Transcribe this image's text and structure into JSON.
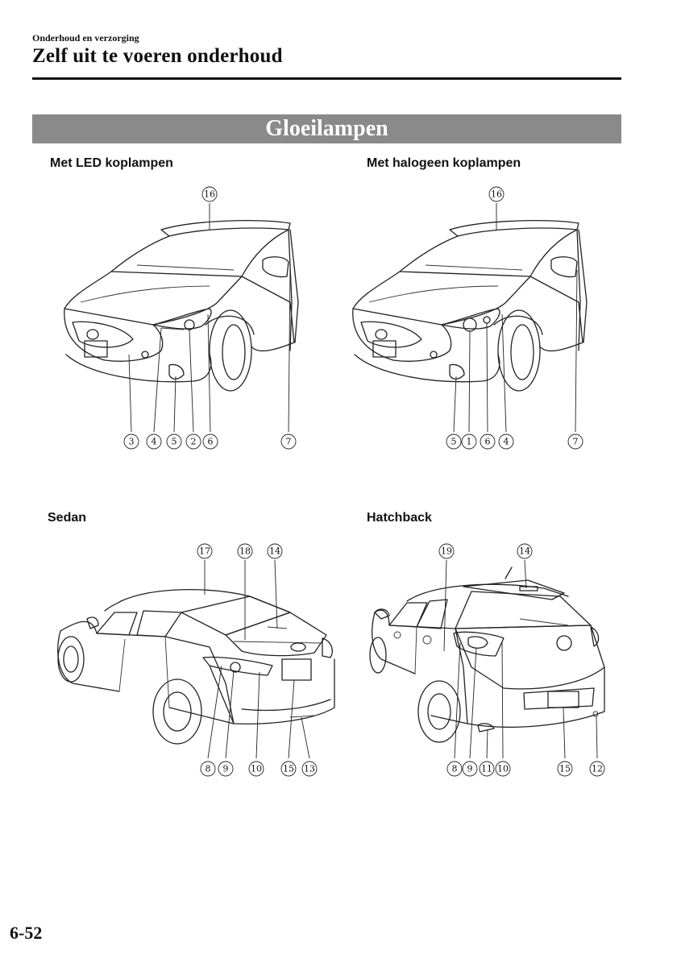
{
  "header": {
    "section": "Onderhoud en verzorging",
    "title": "Zelf uit te voeren onderhoud"
  },
  "banner": {
    "title": "Gloeilampen"
  },
  "figures": {
    "led": {
      "caption": "Met LED koplampen",
      "callouts": {
        "c16": "16",
        "c3": "3",
        "c4": "4",
        "c5": "5",
        "c2": "2",
        "c6": "6",
        "c7": "7"
      }
    },
    "halogen": {
      "caption": "Met halogeen koplampen",
      "callouts": {
        "c16": "16",
        "c5": "5",
        "c1": "1",
        "c6": "6",
        "c4": "4",
        "c7": "7"
      }
    },
    "sedan": {
      "caption": "Sedan",
      "callouts": {
        "c17": "17",
        "c18": "18",
        "c14": "14",
        "c8": "8",
        "c9": "9",
        "c10": "10",
        "c15": "15",
        "c13": "13"
      }
    },
    "hatchback": {
      "caption": "Hatchback",
      "callouts": {
        "c19": "19",
        "c14": "14",
        "c8": "8",
        "c9": "9",
        "c11": "11",
        "c10": "10",
        "c15": "15",
        "c12": "12"
      }
    }
  },
  "footer": {
    "page_number": "6-52"
  }
}
